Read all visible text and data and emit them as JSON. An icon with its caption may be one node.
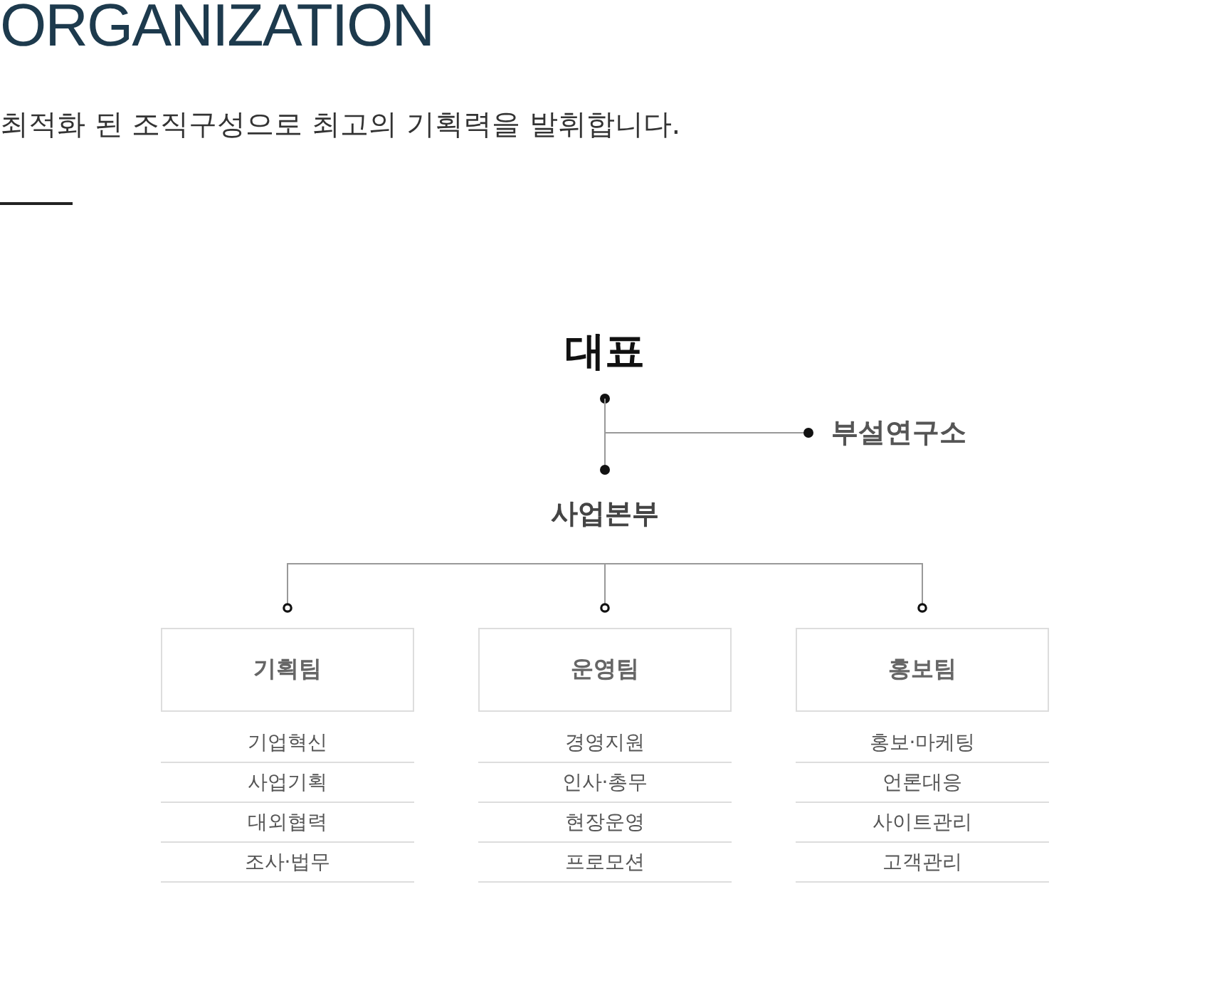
{
  "diagram": {
    "title": "ORGANIZATION",
    "caption": "최적화 된 조직구성으로 최고의 기획력을 발휘합니다.",
    "nodes": [
      {
        "text": [
          "대표"
        ]
      },
      {
        "text": [
          "부설연구소"
        ]
      },
      {
        "text": [
          "사업본부"
        ]
      },
      {
        "text": [
          "기획팀"
        ],
        "beside": [
          "기업혁신",
          "사업기획",
          "대외협력",
          "조사·법무"
        ]
      },
      {
        "text": [
          "운영팀"
        ],
        "beside": [
          "경영지원",
          "인사·총무",
          "현장운영",
          "프로모션"
        ]
      },
      {
        "text": [
          "홍보팀"
        ],
        "beside": [
          "홍보·마케팅",
          "언론대응",
          "사이트관리",
          "고객관리"
        ]
      }
    ],
    "edges": [
      {
        "from": 0,
        "to": 2,
        "arrow": "other"
      },
      {
        "from": 0,
        "to": 1,
        "arrow": "other"
      },
      {
        "from": 2,
        "to": 3,
        "arrow": "other"
      },
      {
        "from": 2,
        "to": 4,
        "arrow": "other"
      },
      {
        "from": 2,
        "to": 5,
        "arrow": "other"
      }
    ]
  }
}
